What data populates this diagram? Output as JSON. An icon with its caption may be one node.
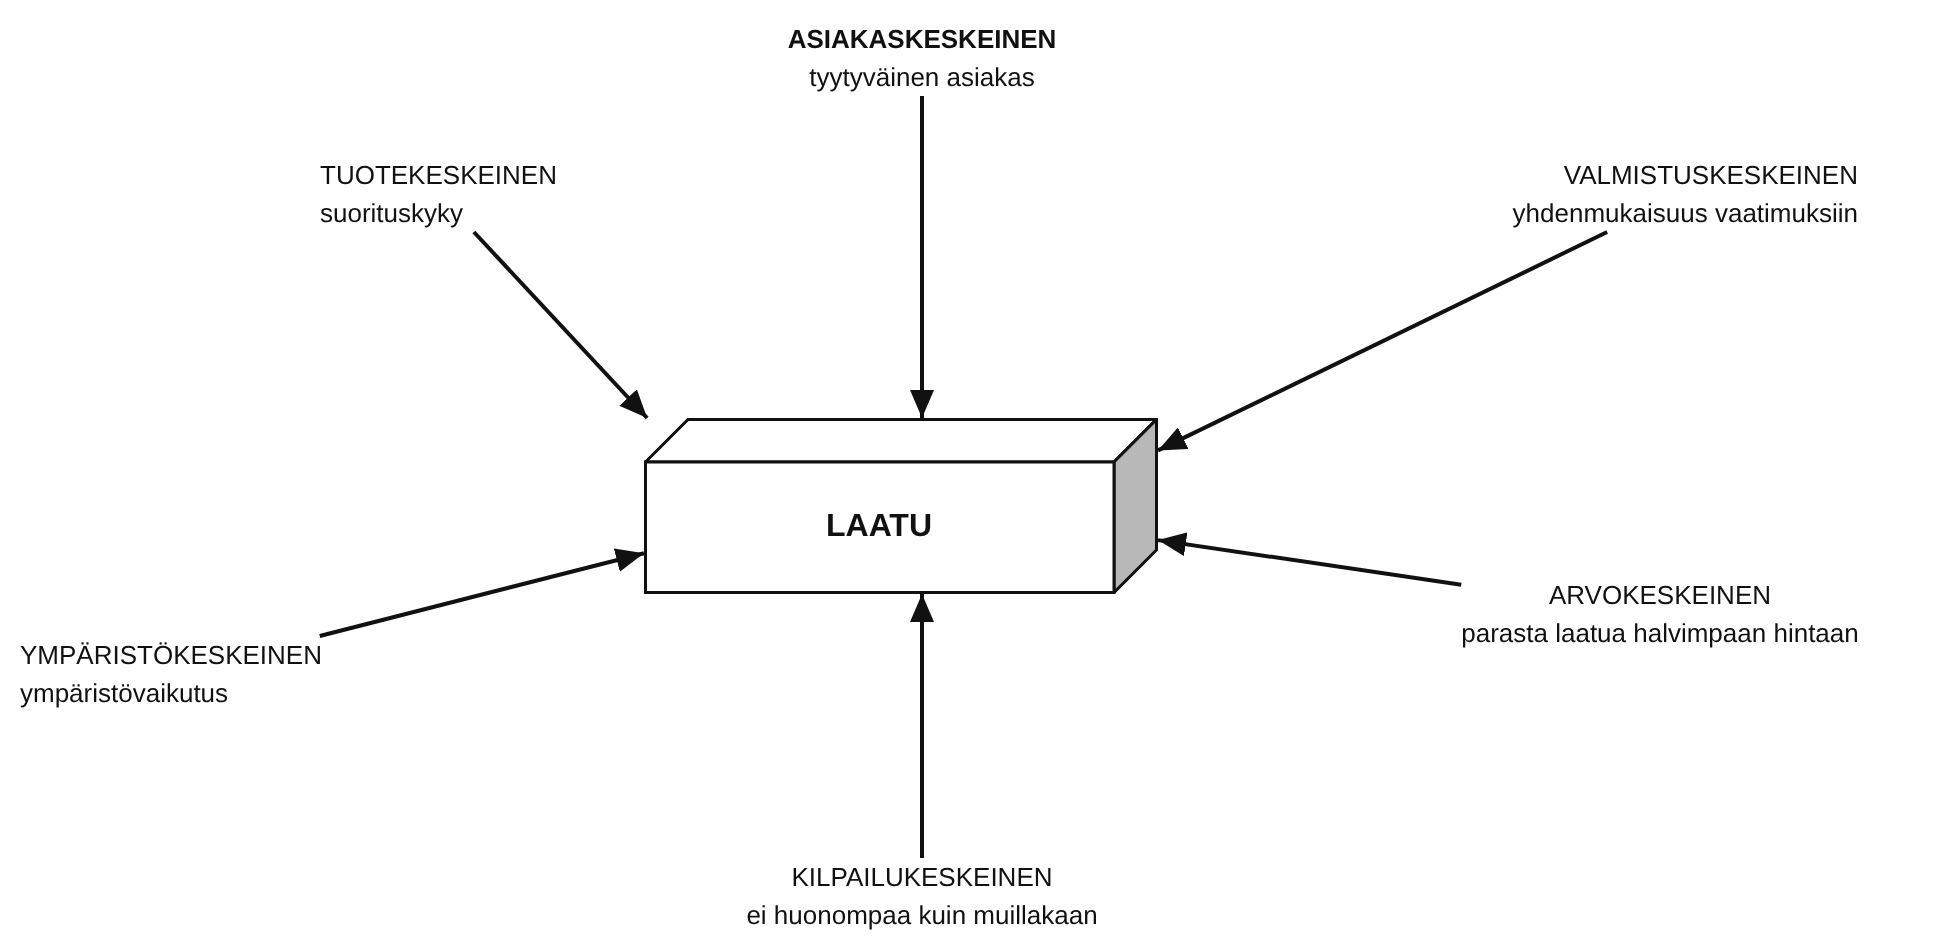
{
  "diagram": {
    "nodes": [
      {
        "text": [
          "LAATU"
        ]
      },
      {
        "text": [
          "ASIAKASKESKEINEN",
          "tyytyväinen asiakas"
        ]
      },
      {
        "text": [
          "TUOTEKESKEINEN",
          "suorituskyky"
        ]
      },
      {
        "text": [
          "VALMISTUSKESKEINEN",
          "yhdenmukaisuus vaatimuksiin"
        ]
      },
      {
        "text": [
          "YMPÄRISTÖKESKEINEN",
          "ympäristövaikutus"
        ]
      },
      {
        "text": [
          "ARVOKESKEINEN",
          "parasta laatua halvimpaan hintaan"
        ]
      },
      {
        "text": [
          "KILPAILUKESKEINEN",
          "ei huonompaa kuin muillakaan"
        ]
      }
    ],
    "edges": [
      {
        "from": 1,
        "to": 0,
        "arrow": "to"
      },
      {
        "from": 2,
        "to": 0,
        "arrow": "to"
      },
      {
        "from": 3,
        "to": 0,
        "arrow": "to"
      },
      {
        "from": 4,
        "to": 0,
        "arrow": "to"
      },
      {
        "from": 5,
        "to": 0,
        "arrow": "to"
      },
      {
        "from": 6,
        "to": 0,
        "arrow": "to"
      }
    ]
  }
}
